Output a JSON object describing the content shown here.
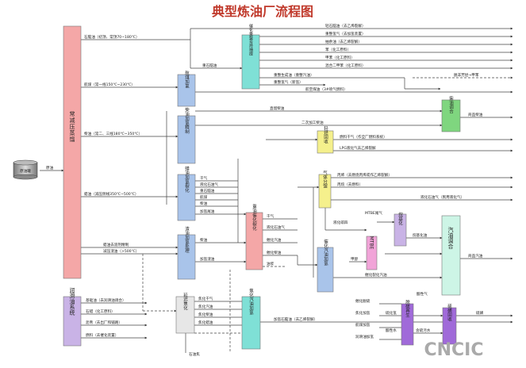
{
  "title": "典型炼油厂流程图",
  "watermark": "CNCIC",
  "units": {
    "crude": "原油罐",
    "distillation": "常减压蒸馏",
    "reformer": "催化重整芳烃抽提",
    "kero_hydro": "航煤加氢",
    "diesel_hydro": "柴油加氢精制",
    "hydrocrack": "蜡油加氢裂化",
    "gas_sep": "气体分馏",
    "gas_recovery": "轻烃回收",
    "fcc": "重油催化裂化",
    "resid_hydro": "渣油加氢处理",
    "fcc_gasoline_hydro": "催化汽油加氢",
    "alkylation": "烷基化",
    "mtbe": "MTBE",
    "gasoline_blend": "汽油调合",
    "diesel_blend": "柴油调合",
    "lube": "润滑油系统",
    "coking": "延迟焦化",
    "coker_gasoline": "焦化汽油加氢",
    "sulfur": "硫磺回收",
    "h2s_scrub": "脱硫再生"
  },
  "labels": {
    "feed": "原油",
    "naphtha": "石脑油（初顶、常顶70~180℃）",
    "kerosene": "航煤（常一线150℃~230℃）",
    "diesel": "柴油（常二、三线180℃~350℃）",
    "vgo": "蜡油（减压侧线350℃~500℃）",
    "vgo_lube": "蜡油去溶剂精制",
    "resid": "减压渣油（>500℃）",
    "light_naphtha": "轻石脑油（去乙烯裂解）",
    "reformer_gas": "重整氢气（去加氢装置）",
    "raffinate": "抽余油（去乙烯裂解）",
    "benzene": "苯（化工原料）",
    "toluene": "甲苯（化工原料）",
    "xylene": "混合二甲苯（化工原料）",
    "heavy_naphtha": "重石脑油",
    "reformate": "重整生成油（重整汽油）",
    "reformer_h2": "重整氢气（新氢）",
    "jet_fuel": "航空煤油（3#喷气燃料）",
    "alk_to_aro": "脱非芳烃→甲苯",
    "straight_diesel": "直馏柴油",
    "diesel_2": "二次加工柴油",
    "diesel_product": "商品柴油",
    "dry_gas": "燃料干气（作全厂燃料系统）",
    "lpg_rec": "LPG液化气去乙烯裂解",
    "propylene": "丙烯（去燃烧丙烯或作乙烯裂解）",
    "propane": "丙烷（去燃料）",
    "c4": "液化碳四",
    "mtbe_gas": "MTBE尾气",
    "liq_gas": "液化石油气（民用液化气）",
    "methanol": "甲醇",
    "alk_oil": "烷基化油",
    "gasoline_product": "商品汽油",
    "fcc_gasoline": "催化裂化汽油",
    "hc_gas": "干气",
    "hc_lpg": "液化石油气",
    "hc_naphtha": "重石脑油",
    "hc_kero": "航煤",
    "hc_diesel": "柴油",
    "hc_tail": "加氢尾油",
    "fcc_gas": "干气",
    "fcc_lpg": "液化石油气",
    "fcc_gasoline2": "催化汽油",
    "fcc_diesel": "催化柴油",
    "fcc_slurry": "油浆",
    "resid_diesel": "柴油",
    "resid_hydro_oil": "加氢渣油",
    "lube1": "基础油（去润滑油调合）",
    "lube2": "石蜡（化工原料）",
    "lube3": "沥青（去出厂和铺路）",
    "lube4": "燃料（去催化装置）",
    "coke_gas": "焦化干气",
    "coke_gasoline": "焦化汽油",
    "coke_diesel": "焦化柴油",
    "coke_wax": "焦化蜡油",
    "coke": "石油焦",
    "coker_product": "加氢石脑油（去乙烯裂解）",
    "h2s_1": "催化脱硫",
    "h2s_2": "焦化加氢",
    "h2s_3": "航煤加氢",
    "h2s_4": "润滑油加氢",
    "h2s": "硫化氢",
    "acid_water": "酸性水",
    "h2s_gas": "酸性气",
    "sulfur_out": "硫磺",
    "sour_water": "含硫污水"
  }
}
